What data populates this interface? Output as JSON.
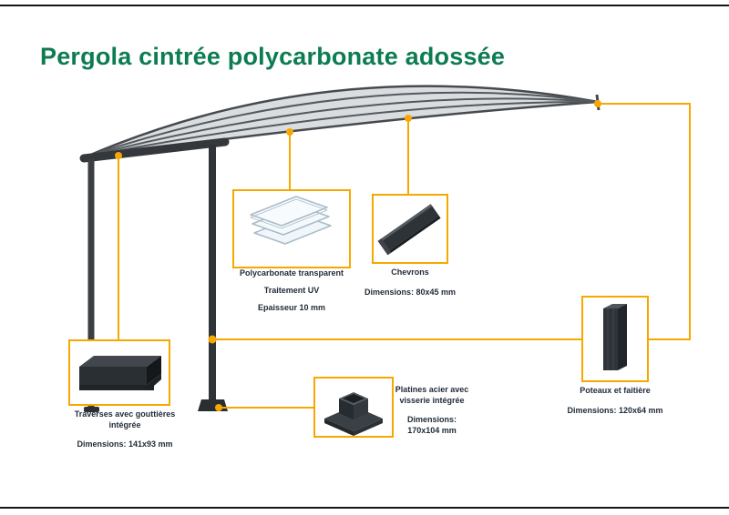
{
  "page": {
    "title": "Pergola cintrée polycarbonate adossée"
  },
  "colors": {
    "accent": "#F7A800",
    "title_green": "#0C7C52",
    "label_navy": "#1E2A38",
    "frame_dark": "#34383C",
    "roof_light": "#DADDDF"
  },
  "callouts": [
    {
      "id": "polycarbonate",
      "icon": "polycarbonate-sheets-icon",
      "lines": [
        "Polycarbonate transparent",
        "Traitement UV",
        "Epaisseur 10 mm"
      ]
    },
    {
      "id": "chevrons",
      "icon": "chevron-profile-icon",
      "lines": [
        "Chevrons",
        "Dimensions: 80x45 mm"
      ]
    },
    {
      "id": "poteaux-faitiere",
      "icon": "post-profile-icon",
      "lines": [
        "Poteaux et faitière",
        "Dimensions: 120x64 mm"
      ]
    },
    {
      "id": "traverses-gouttieres",
      "icon": "gutter-beam-icon",
      "lines": [
        "Traverses avec gouttières",
        "intégrée",
        "Dimensions: 141x93 mm"
      ]
    },
    {
      "id": "platines",
      "icon": "steel-base-plate-icon",
      "lines": [
        "Platines acier avec",
        "visserie intégrée",
        "Dimensions:",
        "170x104 mm"
      ]
    }
  ]
}
